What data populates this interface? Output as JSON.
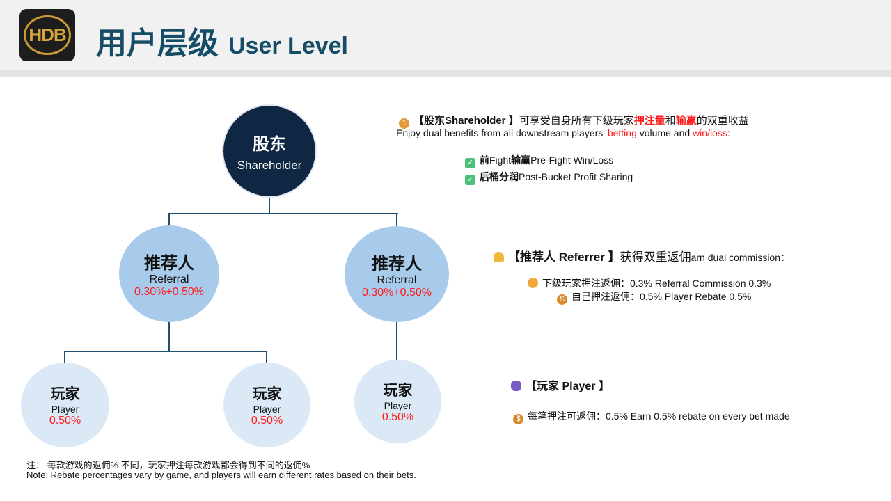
{
  "header": {
    "logo_text": "HDB",
    "title_zh": "用户层级",
    "title_en": "User Level"
  },
  "tree": {
    "shareholder": {
      "zh": "股东",
      "en": "Shareholder"
    },
    "referrals": [
      {
        "zh": "推荐人",
        "en": "Referral",
        "rate": "0.30%+0.50%"
      },
      {
        "zh": "推荐人",
        "en": "Referral",
        "rate": "0.30%+0.50%"
      }
    ],
    "players": [
      {
        "zh": "玩家",
        "en": "Player",
        "rate": "0.50%"
      },
      {
        "zh": "玩家",
        "en": "Player",
        "rate": "0.50%"
      },
      {
        "zh": "玩家",
        "en": "Player",
        "rate": "0.50%"
      }
    ]
  },
  "shareholder_info": {
    "tag": "【股东Shareholder 】",
    "desc_a": "可享受自身所有下级玩家",
    "desc_red1": "押注量",
    "desc_b": "和",
    "desc_red2": "输赢",
    "desc_c": "的双重收益",
    "en_a": "Enjoy dual benefits from all downstream players' ",
    "en_red1": "betting",
    "en_b": " volume and ",
    "en_red2": "win/loss",
    "en_c": ":",
    "items": [
      {
        "bold": "前",
        "text1": "Fight",
        "bold2": "输赢",
        "text2": "Pre-Fight Win/Loss"
      },
      {
        "bold": "后桶分润",
        "text1": "Post-Bucket Profit Sharing",
        "bold2": "",
        "text2": ""
      }
    ]
  },
  "referrer_info": {
    "tag": "【推荐人 Referrer 】",
    "desc": "获得双重返佣",
    "en": "arn dual commission：",
    "items": [
      "下级玩家押注返佣：0.3% Referral Commission 0.3%",
      "自己押注返佣：0.5% Player Rebate 0.5%"
    ]
  },
  "player_info": {
    "tag": "【玩家 Player 】",
    "item": "每笔押注可返佣：0.5% Earn 0.5% rebate on every bet made"
  },
  "note": {
    "zh": "注： 每款游戏的返佣% 不同，玩家押注每款游戏都会得到不同的返佣%",
    "en": "Note: Rebate percentages vary by game, and players will earn different rates based on their bets."
  }
}
